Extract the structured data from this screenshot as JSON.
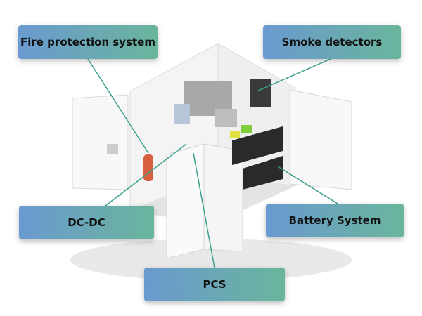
{
  "diagram": {
    "subject": "Containerized battery energy storage system",
    "labels": [
      {
        "id": "fire",
        "text": "Fire protection system"
      },
      {
        "id": "smoke",
        "text": "Smoke detectors"
      },
      {
        "id": "dcdc",
        "text": "DC-DC"
      },
      {
        "id": "battery",
        "text": "Battery System"
      },
      {
        "id": "pcs",
        "text": "PCS"
      }
    ],
    "colors": {
      "gradient_start": "#6a9ad0",
      "gradient_end": "#6ab59c",
      "leader_line": "#3aa08e",
      "extinguisher": "#d9603e",
      "battery": "#2a2a2a",
      "module_green": "#7fcf3a",
      "module_yellow": "#e0e040"
    }
  }
}
